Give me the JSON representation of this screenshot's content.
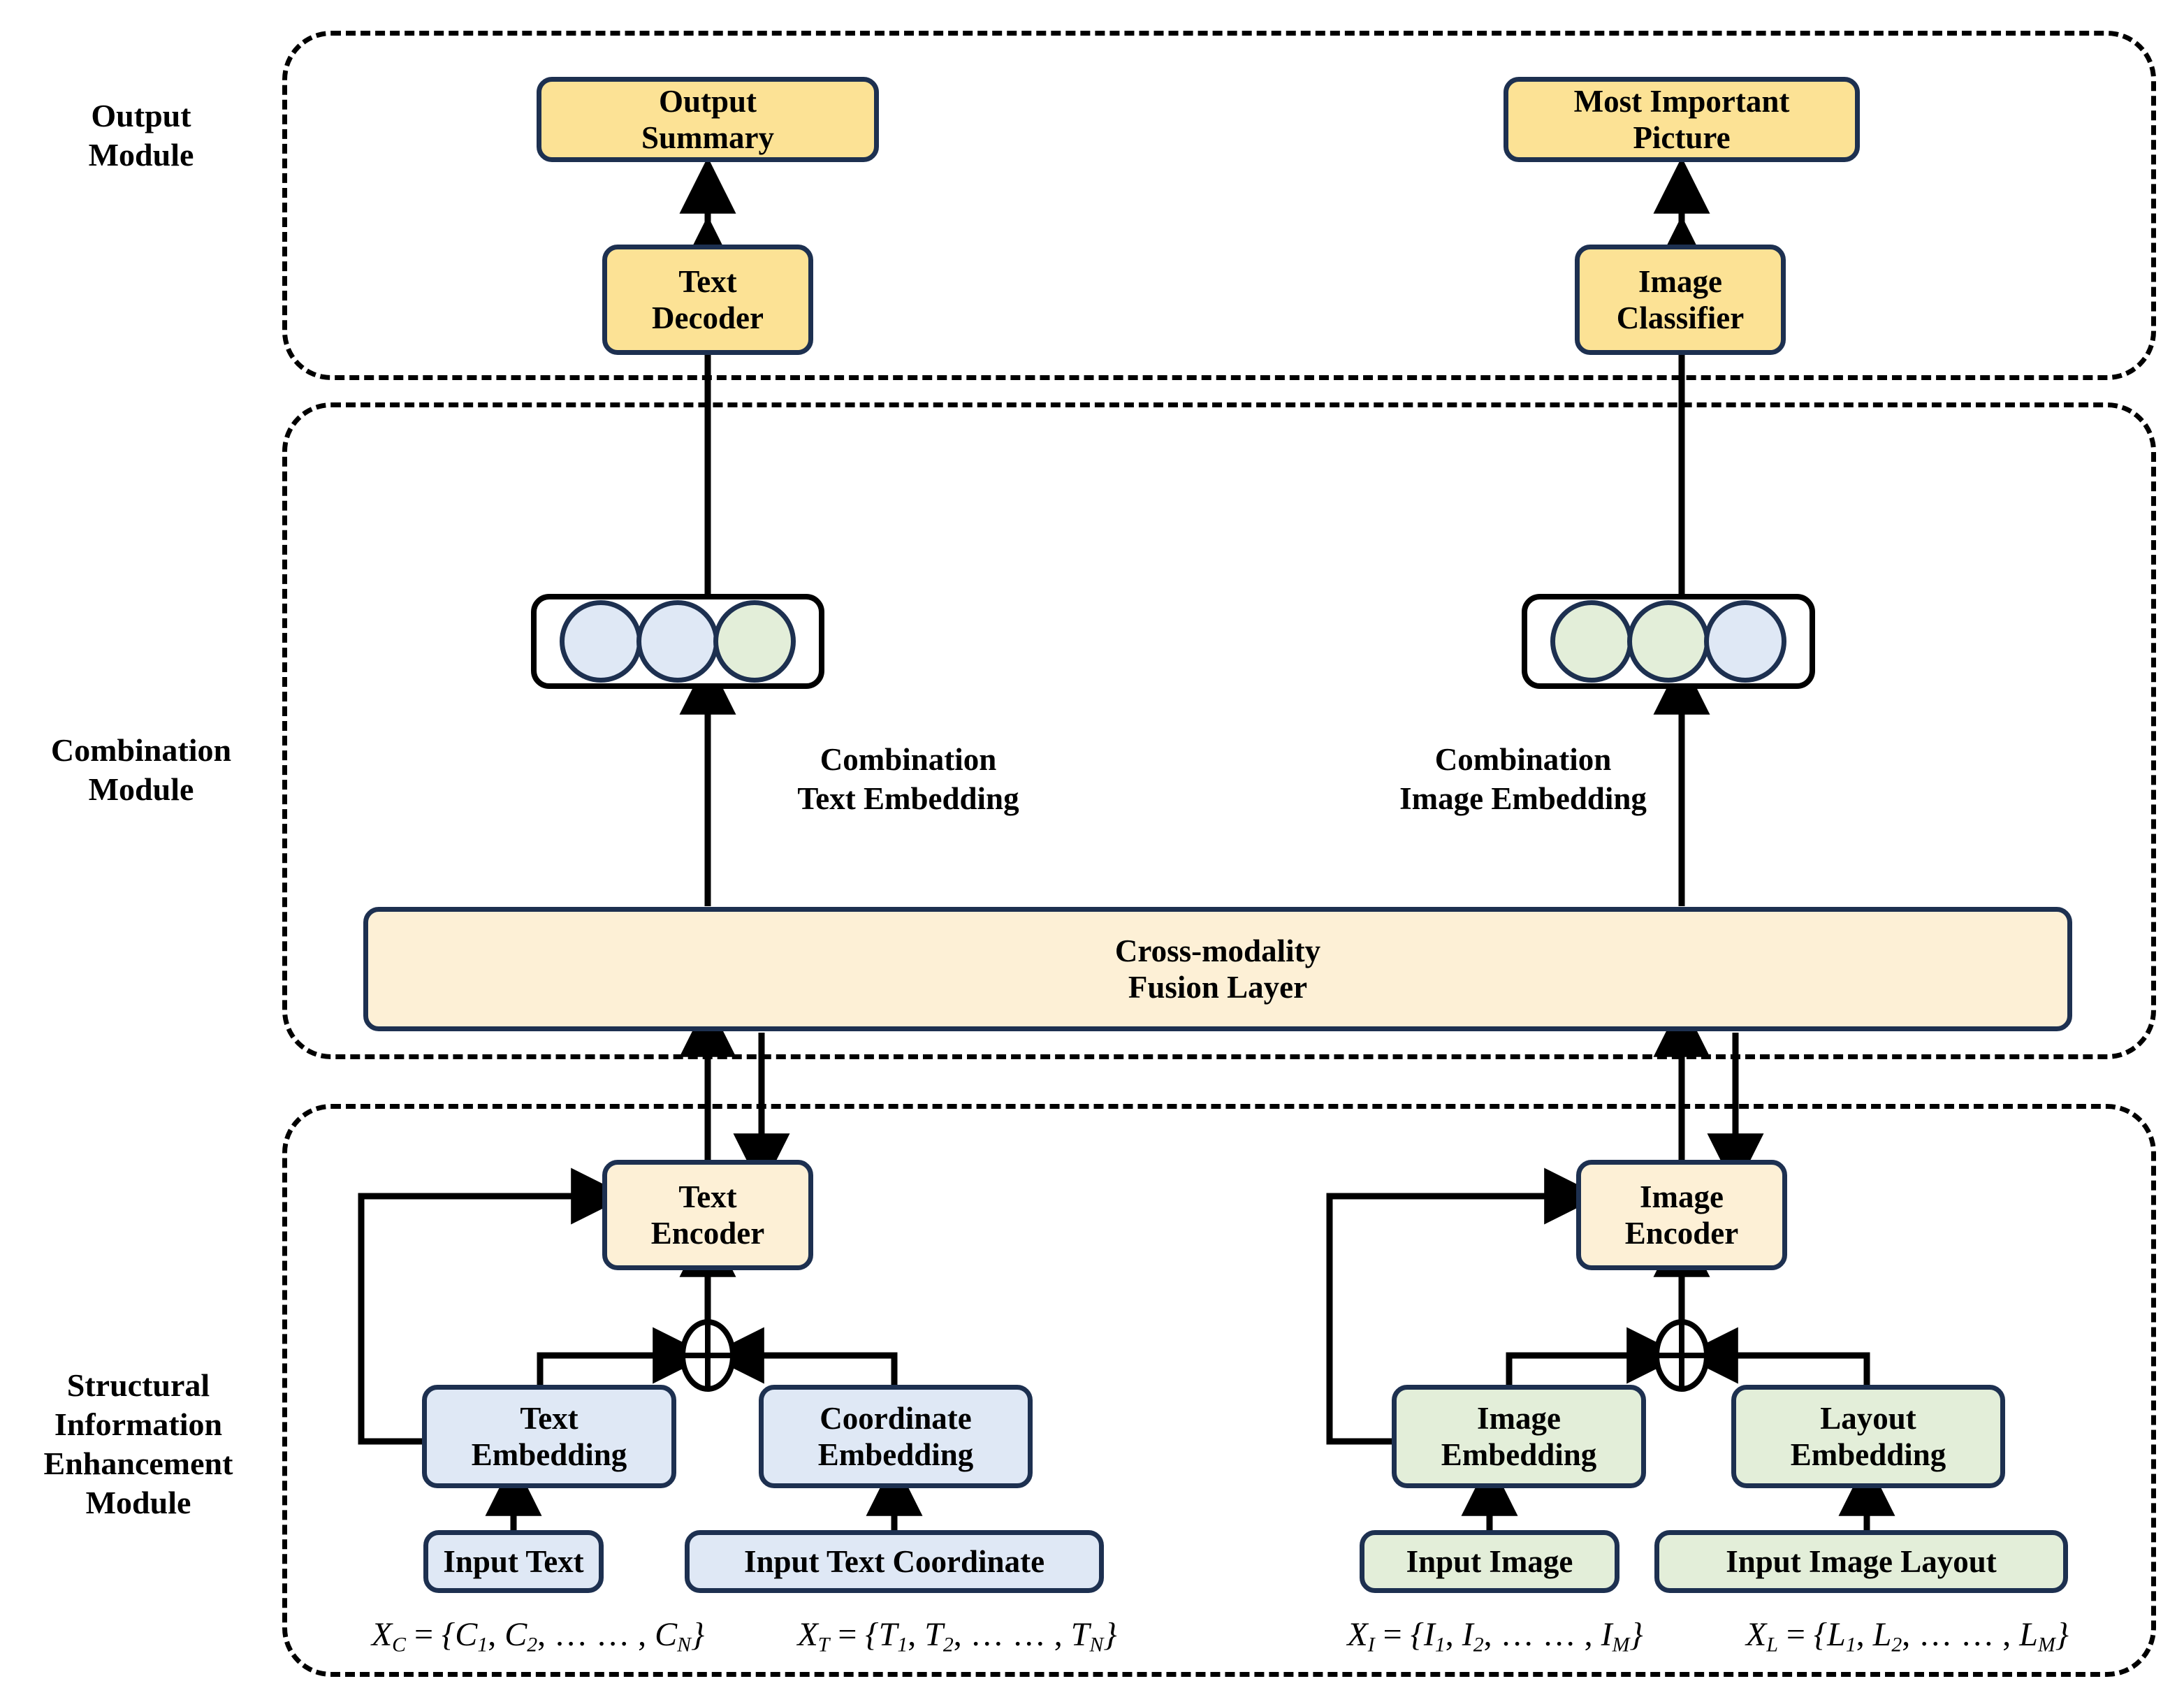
{
  "figure": {
    "type": "architecture-diagram",
    "title": "Multimodal summarization model architecture"
  },
  "modules": [
    {
      "id": "output",
      "label": "Output\nModule"
    },
    {
      "id": "combination",
      "label": "Combination\nModule"
    },
    {
      "id": "structural",
      "label": "Structural\nInformation\nEnhancement\nModule"
    }
  ],
  "nodes": {
    "output_summary": "Output\nSummary",
    "text_decoder": "Text\nDecoder",
    "most_important_picture": "Most Important\nPicture",
    "image_classifier": "Image\nClassifier",
    "fusion_layer": "Cross-modality\nFusion Layer",
    "text_encoder": "Text\nEncoder",
    "image_encoder": "Image\nEncoder",
    "text_embedding": "Text\nEmbedding",
    "coordinate_embedding": "Coordinate\nEmbedding",
    "image_embedding": "Image\nEmbedding",
    "layout_embedding": "Layout\nEmbedding",
    "input_text": "Input Text",
    "input_text_coordinate": "Input Text Coordinate",
    "input_image": "Input Image",
    "input_image_layout": "Input Image Layout"
  },
  "captions": {
    "combination_text_embedding": "Combination\nText Embedding",
    "combination_image_embedding": "Combination\nImage Embedding"
  },
  "formulas": {
    "x_c": {
      "var": "X",
      "sub": "C",
      "body": "= {C₁, C₂, … … , C_N}"
    },
    "x_t": {
      "var": "X",
      "sub": "T",
      "body": "= {T₁, T₂, … … , T_N}"
    },
    "x_i": {
      "var": "X",
      "sub": "I",
      "body": "= {I₁, I₂, … … , I_M}"
    },
    "x_l": {
      "var": "X",
      "sub": "L",
      "body": "= {L₁, L₂, … … , L_M}"
    }
  },
  "embedding_strips": {
    "text_strip": {
      "dots": [
        "blue",
        "blue",
        "green"
      ]
    },
    "image_strip": {
      "dots": [
        "green",
        "green",
        "blue"
      ]
    }
  },
  "colors": {
    "yellow_fill": "#fce295",
    "cream_fill": "#fdf0d6",
    "blue_fill": "#dfe8f5",
    "green_fill": "#e3eed9",
    "node_border": "#1d3050",
    "arrow": "#000000",
    "module_border": "#000000"
  },
  "operators": {
    "text_add": "⊕",
    "image_add": "⊕"
  }
}
